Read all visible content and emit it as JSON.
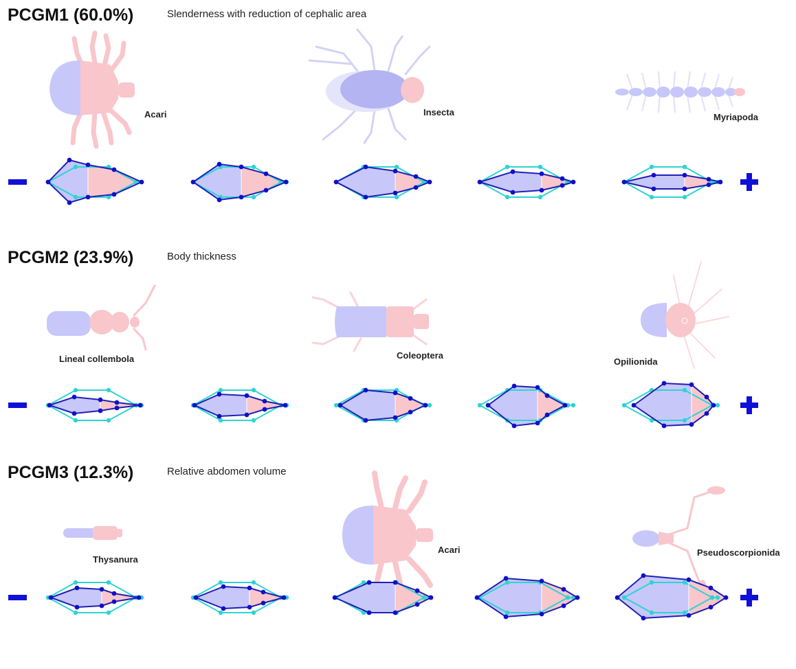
{
  "colors": {
    "head_fill": "#f8c6cb",
    "body_fill": "#c7c7fa",
    "appendage": "#f8c6cb",
    "mean_outline": "#2ed3d3",
    "shape_outline": "#1f1fb5",
    "landmark": "#1010c8",
    "sign": "#1010d8"
  },
  "signs": {
    "minus": "minus-sign",
    "plus": "plus-sign"
  },
  "sections": [
    {
      "title": "PCGM1 (60.0%)",
      "description": "Slenderness with reduction of cephalic area",
      "taxa": [
        "Acari",
        "Insecta",
        "Myriapoda"
      ],
      "shape_count": 5
    },
    {
      "title": "PCGM2 (23.9%)",
      "description": "Body thickness",
      "taxa": [
        "Lineal collembola",
        "Coleoptera",
        "Opilionida"
      ],
      "shape_count": 5
    },
    {
      "title": "PCGM3 (12.3%)",
      "description": "Relative abdomen volume",
      "taxa": [
        "Thysanura",
        "Acari",
        "Pseudoscorpionida"
      ],
      "shape_count": 5
    }
  ]
}
